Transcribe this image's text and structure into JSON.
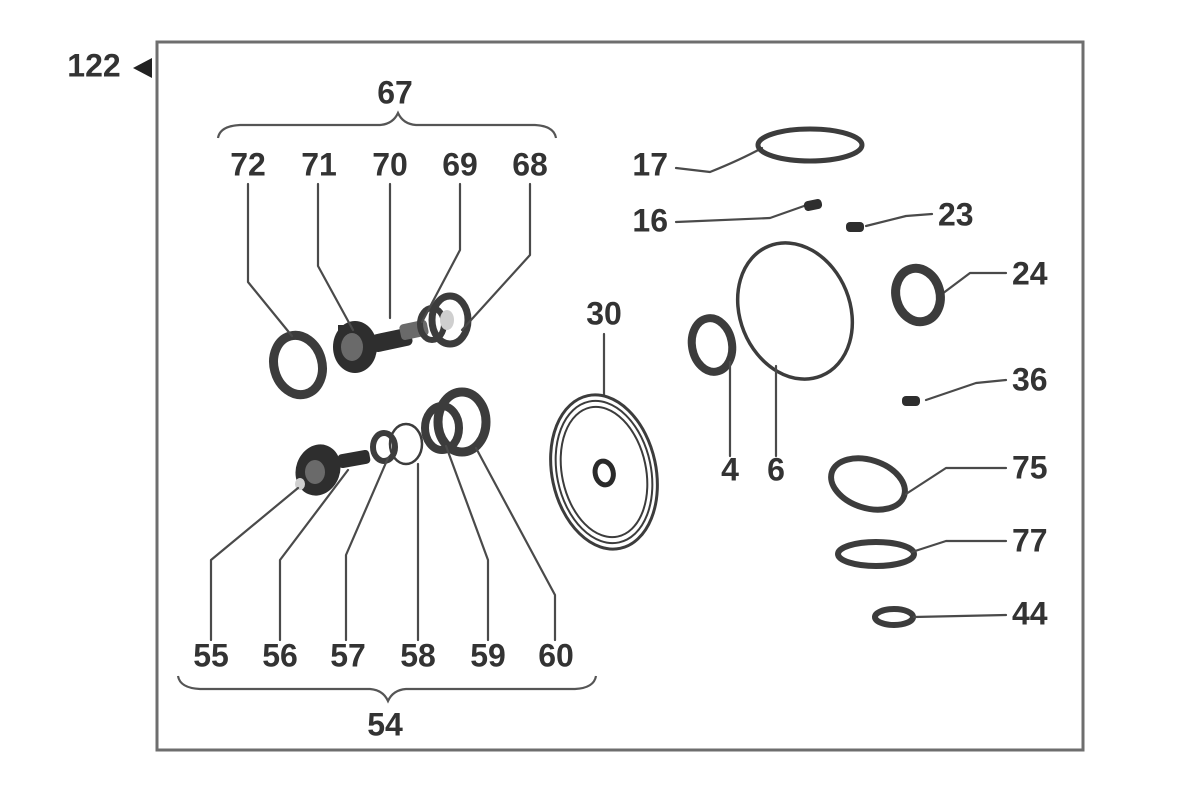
{
  "assembly_label": "122",
  "group_labels": {
    "upper_group": "67",
    "lower_group": "54"
  },
  "part_labels": {
    "p72": "72",
    "p71": "71",
    "p70": "70",
    "p69": "69",
    "p68": "68",
    "p55": "55",
    "p56": "56",
    "p57": "57",
    "p58": "58",
    "p59": "59",
    "p60": "60",
    "p30": "30",
    "p17": "17",
    "p16": "16",
    "p23": "23",
    "p24": "24",
    "p4": "4",
    "p6": "6",
    "p36": "36",
    "p75": "75",
    "p77": "77",
    "p44": "44"
  },
  "colors": {
    "frame": "#6e6e6e",
    "ink": "#333333"
  }
}
